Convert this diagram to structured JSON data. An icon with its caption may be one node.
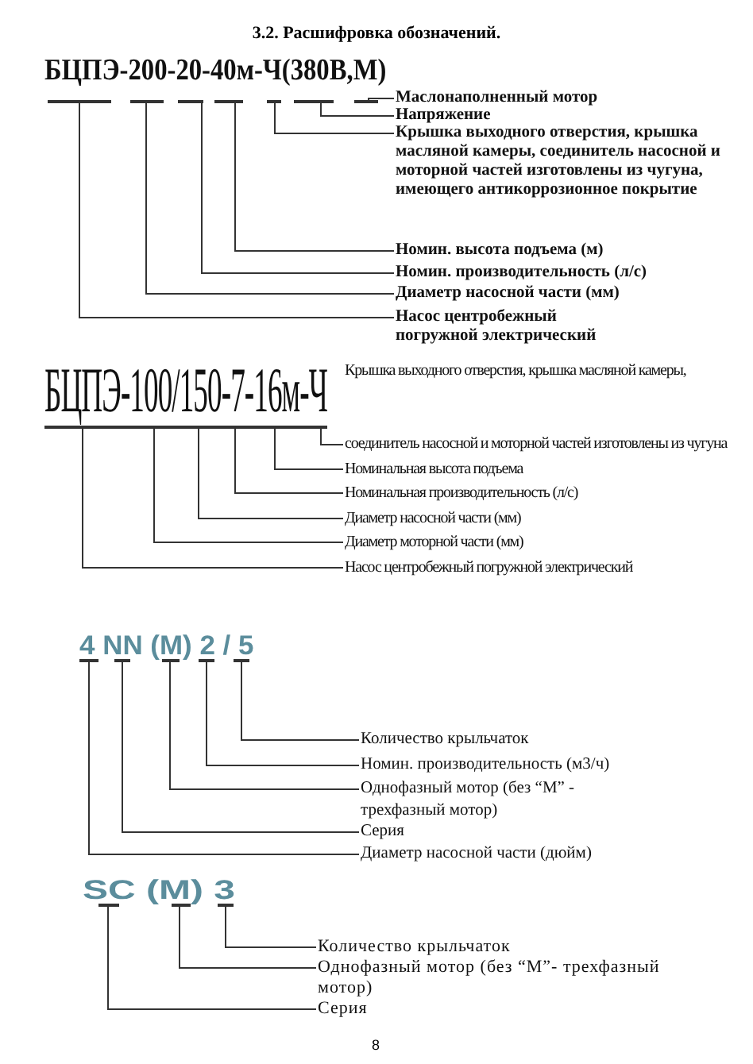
{
  "diagram": {
    "title": "3.2. Расшифровка обозначений.",
    "nodes": [
      {
        "text": [
          "БЦПЭ-200-20-40м-Ч(380В,М)"
        ]
      },
      {
        "text": [],
        "shape": "bar"
      },
      {
        "text": [],
        "shape": "bar"
      },
      {
        "text": [],
        "shape": "bar"
      },
      {
        "text": [],
        "shape": "bar"
      },
      {
        "text": [],
        "shape": "bar"
      },
      {
        "text": [],
        "shape": "bar"
      },
      {
        "text": [],
        "shape": "bar"
      },
      {
        "text": [
          "Маслонаполненный мотор"
        ]
      },
      {
        "text": [
          "Напряжение"
        ]
      },
      {
        "text": [
          "Крышка выходного отверстия, крышка масляной камеры, соединитель насосной и моторной частей изготовлены из чугуна, имеющего антикоррозионное покрытие"
        ]
      },
      {
        "text": [
          "Номин. высота подъема (м)"
        ]
      },
      {
        "text": [
          "Номин. производительность (л/с)"
        ]
      },
      {
        "text": [
          "Диаметр насосной части (мм)"
        ]
      },
      {
        "text": [
          "Насос центробежный погружной электрический"
        ]
      },
      {
        "text": [
          "БЦПЭ-100/150-7-16м-Ч"
        ]
      },
      {
        "text": [],
        "shape": "bar"
      },
      {
        "text": [],
        "shape": "bar"
      },
      {
        "text": [],
        "shape": "bar"
      },
      {
        "text": [],
        "shape": "bar"
      },
      {
        "text": [],
        "shape": "bar"
      },
      {
        "text": [],
        "shape": "bar"
      },
      {
        "text": [
          "Крышка выходного отверстия, крышка масляной камеры, соединитель насосной и моторной частей изготовлены из чугуна"
        ]
      },
      {
        "text": [
          "Номинальная высота подъема"
        ]
      },
      {
        "text": [
          "Номинальная производительность (л/с)"
        ]
      },
      {
        "text": [
          "Диаметр насосной части (мм)"
        ]
      },
      {
        "text": [
          "Диаметр моторной части (мм)"
        ]
      },
      {
        "text": [
          "Насос центробежный погружной электрический"
        ]
      },
      {
        "text": [
          "4 NN (M) 2 / 5"
        ]
      },
      {
        "text": [],
        "shape": "bar"
      },
      {
        "text": [],
        "shape": "bar"
      },
      {
        "text": [],
        "shape": "bar"
      },
      {
        "text": [],
        "shape": "bar"
      },
      {
        "text": [],
        "shape": "bar"
      },
      {
        "text": [
          "Количество крыльчаток"
        ]
      },
      {
        "text": [
          "Номин. производительность (м3/ч)"
        ]
      },
      {
        "text": [
          "Однофазный мотор (без “M” - трехфазный мотор)"
        ]
      },
      {
        "text": [
          "Серия"
        ]
      },
      {
        "text": [
          "Диаметр насосной части (дюйм)"
        ]
      },
      {
        "text": [
          "SC (M) 3"
        ]
      },
      {
        "text": [],
        "shape": "bar"
      },
      {
        "text": [],
        "shape": "bar"
      },
      {
        "text": [],
        "shape": "bar"
      },
      {
        "text": [
          "Количество крыльчаток"
        ]
      },
      {
        "text": [
          "Однофазный мотор (без “M”- трехфазный мотор)"
        ]
      },
      {
        "text": [
          "Серия"
        ]
      }
    ],
    "edges": [
      {
        "from": 8,
        "to": 7,
        "arrow": "none"
      },
      {
        "from": 9,
        "to": 6,
        "arrow": "none"
      },
      {
        "from": 10,
        "to": 5,
        "arrow": "none"
      },
      {
        "from": 11,
        "to": 4,
        "arrow": "none"
      },
      {
        "from": 12,
        "to": 3,
        "arrow": "none"
      },
      {
        "from": 13,
        "to": 2,
        "arrow": "none"
      },
      {
        "from": 14,
        "to": 1,
        "arrow": "none"
      },
      {
        "from": 22,
        "to": 21,
        "arrow": "none"
      },
      {
        "from": 23,
        "to": 20,
        "arrow": "none"
      },
      {
        "from": 24,
        "to": 19,
        "arrow": "none"
      },
      {
        "from": 25,
        "to": 18,
        "arrow": "none"
      },
      {
        "from": 26,
        "to": 17,
        "arrow": "none"
      },
      {
        "from": 27,
        "to": 16,
        "arrow": "none"
      },
      {
        "from": 34,
        "to": 33,
        "arrow": "none"
      },
      {
        "from": 35,
        "to": 32,
        "arrow": "none"
      },
      {
        "from": 36,
        "to": 31,
        "arrow": "none"
      },
      {
        "from": 37,
        "to": 30,
        "arrow": "none"
      },
      {
        "from": 38,
        "to": 29,
        "arrow": "none"
      },
      {
        "from": 43,
        "to": 42,
        "arrow": "none"
      },
      {
        "from": 44,
        "to": 41,
        "arrow": "none"
      },
      {
        "from": 45,
        "to": 40,
        "arrow": "none"
      }
    ],
    "labels": [
      "8"
    ]
  }
}
